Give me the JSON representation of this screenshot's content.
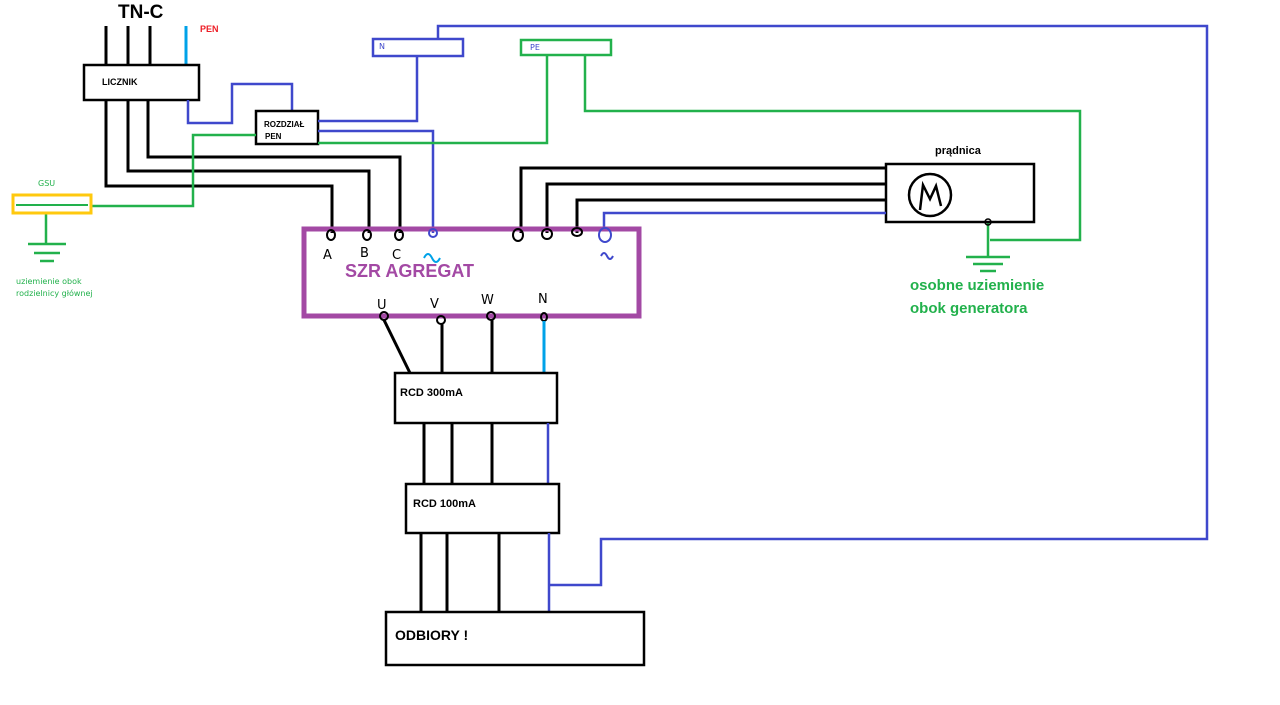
{
  "labels": {
    "system": "TN-C",
    "pen": "PEN",
    "meter": "LICZNIK",
    "pen_split_line1": "ROZDZIAŁ",
    "pen_split_line2": "PEN",
    "n_bar": "N",
    "pe_bar": "PE",
    "gsu": "GSU",
    "main_ground_line1": "uziemienie obok",
    "main_ground_line2": "rodzielnicy głównej",
    "ats": "SZR AGREGAT",
    "generator": "prądnica",
    "gen_ground_line1": "osobne uziemienie",
    "gen_ground_line2": "obok generatora",
    "rcd1": "RCD 300mA",
    "rcd2": "RCD 100mA",
    "loads": "ODBIORY !"
  },
  "ats_terminals": {
    "mains_in": [
      "A",
      "B",
      "C"
    ],
    "outputs": [
      "U",
      "V",
      "W",
      "N"
    ]
  },
  "colors": {
    "phase": "#000000",
    "neutral": "#3f48cc",
    "neutral_light": "#00a2e8",
    "pe": "#22b14c",
    "ats_border": "#a349a4",
    "gsu": "#ffc90e",
    "pen_text": "#ed1c24"
  }
}
